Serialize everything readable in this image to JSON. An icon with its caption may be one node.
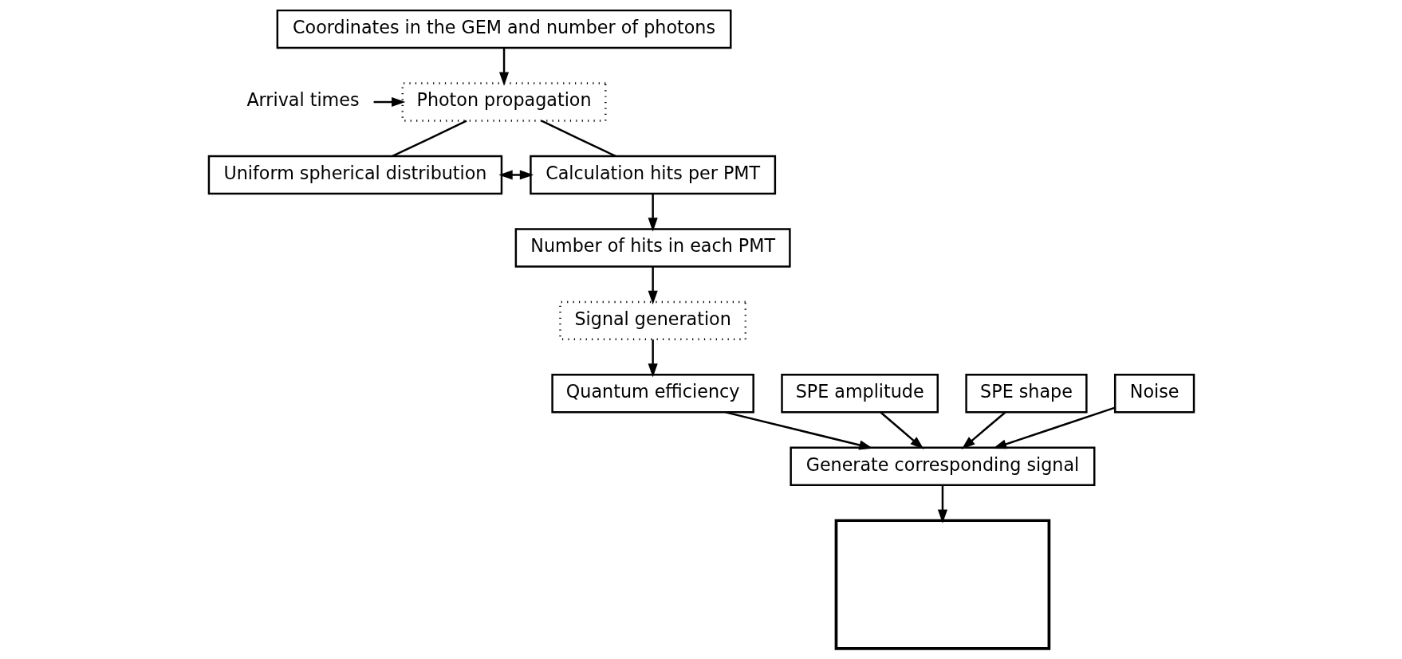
{
  "diagram": {
    "nodes": [
      {
        "text": [
          "Coordinates in the GEM and number of photons"
        ]
      },
      {
        "text": [
          "Arrival times"
        ]
      },
      {
        "text": [
          "Photon propagation"
        ]
      },
      {
        "text": [
          "Uniform spherical distribution"
        ]
      },
      {
        "text": [
          "Calculation hits per PMT"
        ]
      },
      {
        "text": [
          "Number of hits in each PMT"
        ]
      },
      {
        "text": [
          "Signal generation"
        ]
      },
      {
        "text": [
          "Quantum efficiency"
        ]
      },
      {
        "text": [
          "SPE amplitude"
        ]
      },
      {
        "text": [
          "SPE shape"
        ]
      },
      {
        "text": [
          "Noise"
        ]
      },
      {
        "text": [
          "Generate corresponding signal"
        ]
      },
      {
        "text": [],
        "shape": "box"
      }
    ],
    "edges": [
      {
        "from": 0,
        "to": 2,
        "arrow": "to"
      },
      {
        "from": 1,
        "to": 2,
        "arrow": "to"
      },
      {
        "from": 2,
        "to": 3,
        "arrow": "none"
      },
      {
        "from": 2,
        "to": 4,
        "arrow": "none"
      },
      {
        "from": 3,
        "to": 4,
        "arrow": "both"
      },
      {
        "from": 4,
        "to": 5,
        "arrow": "to"
      },
      {
        "from": 5,
        "to": 6,
        "arrow": "to"
      },
      {
        "from": 6,
        "to": 7,
        "arrow": "to"
      },
      {
        "from": 7,
        "to": 11,
        "arrow": "to"
      },
      {
        "from": 8,
        "to": 11,
        "arrow": "to"
      },
      {
        "from": 9,
        "to": 11,
        "arrow": "to"
      },
      {
        "from": 10,
        "to": 11,
        "arrow": "to"
      },
      {
        "from": 11,
        "to": 12,
        "arrow": "to"
      }
    ]
  }
}
